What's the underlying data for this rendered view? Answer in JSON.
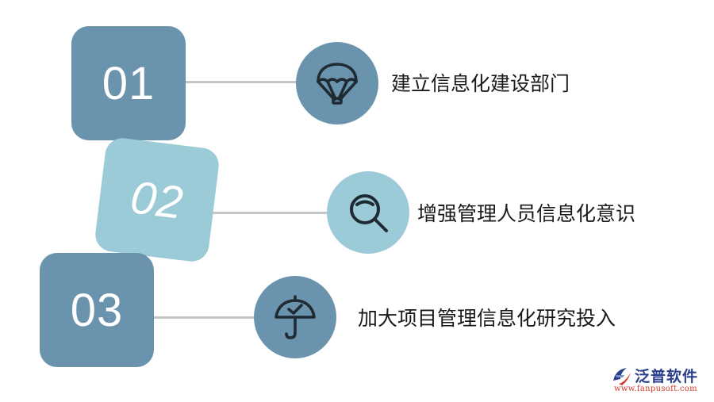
{
  "colors": {
    "box_dark": "#6a93ad",
    "box_light": "#9acbd6",
    "connector": "#c2c6c9",
    "icon_stroke": "#1f2a33",
    "logo_blue": "#2b3f8c",
    "logo_red": "#d23a2a"
  },
  "steps": [
    {
      "number": "01",
      "label": "建立信息化建设部门",
      "icon": "parachute-icon",
      "tone": "dark"
    },
    {
      "number": "02",
      "label": "增强管理人员信息化意识",
      "icon": "magnifier-icon",
      "tone": "light"
    },
    {
      "number": "03",
      "label": "加大项目管理信息化研究投入",
      "icon": "umbrella-check-icon",
      "tone": "dark"
    }
  ],
  "logo": {
    "name": "泛普软件",
    "url": "www.fanpusoft.com"
  }
}
